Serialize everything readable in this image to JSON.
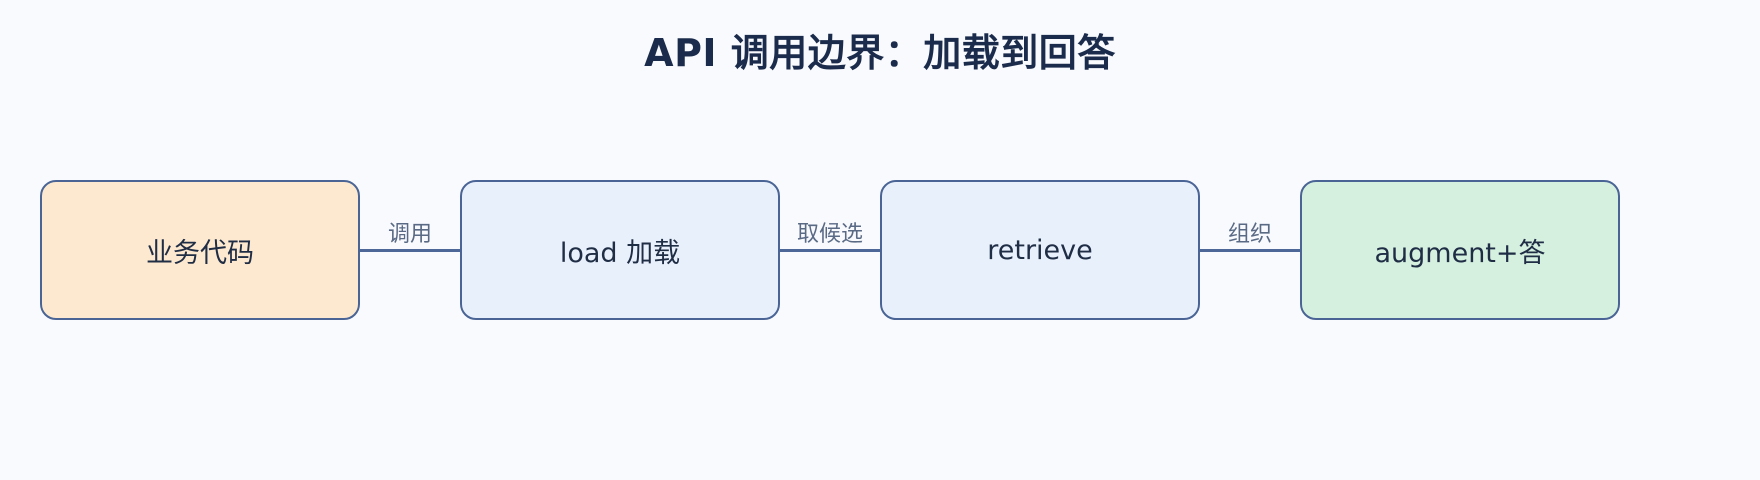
{
  "diagram": {
    "title": "API 调用边界：加载到回答",
    "nodes": [
      {
        "label": "业务代码",
        "fill": "#fde9d0"
      },
      {
        "label": "load 加载",
        "fill": "#e8f0fc"
      },
      {
        "label": "retrieve",
        "fill": "#e8f0fc"
      },
      {
        "label": "augment+答",
        "fill": "#d6f0e0"
      }
    ],
    "edges": [
      {
        "label": "调用"
      },
      {
        "label": "取候选"
      },
      {
        "label": "组织"
      }
    ],
    "colors": {
      "background": "#f8fafe",
      "border": "#4a6595",
      "edge": "#4d6898",
      "title": "#1b2b4b"
    }
  }
}
